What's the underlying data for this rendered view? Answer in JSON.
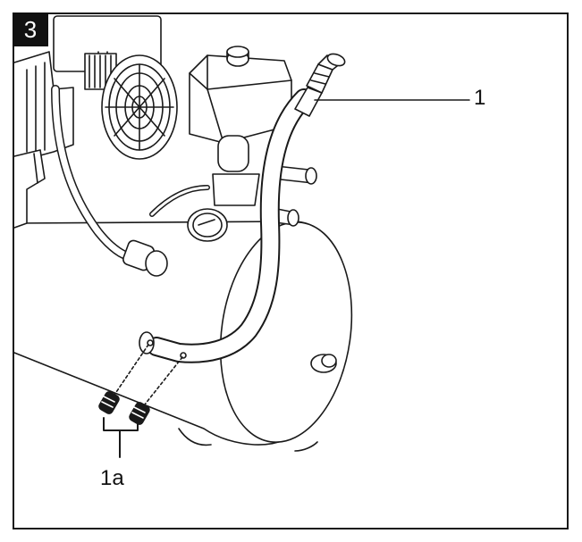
{
  "figure": {
    "step_number": "3",
    "callouts": {
      "part_1": "1",
      "part_1a": "1a"
    },
    "colors": {
      "line": "#1a1a1a",
      "badge_bg": "#111111",
      "badge_text": "#ffffff"
    }
  }
}
